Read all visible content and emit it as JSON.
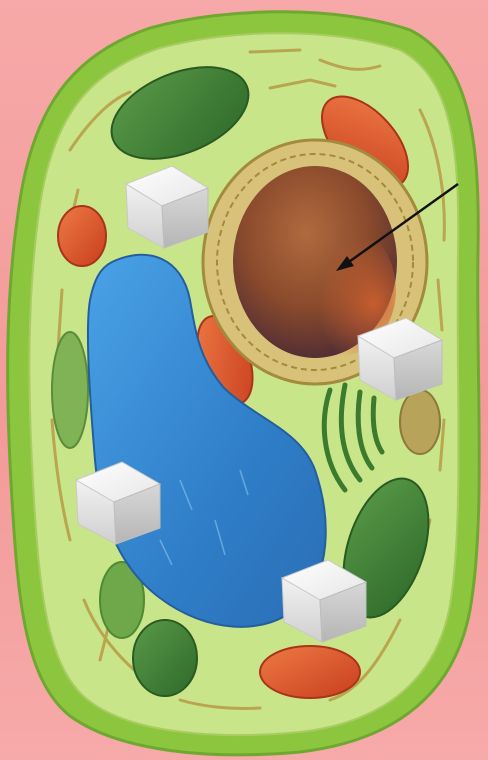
{
  "diagram": {
    "subject": "plant-cell",
    "structures": [
      "cell-wall",
      "cell-membrane",
      "cytoplasm",
      "nucleus",
      "nuclear-envelope",
      "large-central-vacuole",
      "chloroplast",
      "mitochondrion",
      "endoplasmic-reticulum",
      "golgi-apparatus"
    ],
    "pointer_arrow_target": "nucleus",
    "label_boxes": [
      "",
      "",
      "",
      ""
    ]
  },
  "colors": {
    "background": "#f4a2a2",
    "cell_wall": "#8cc63f",
    "cytoplasm": "#c9e58a",
    "vacuole": "#3a86d0",
    "nucleus": "#8a4a2c",
    "chloroplast": "#3d7a34",
    "mitochondrion": "#d9542b",
    "label_box": "#f3f3f3"
  }
}
